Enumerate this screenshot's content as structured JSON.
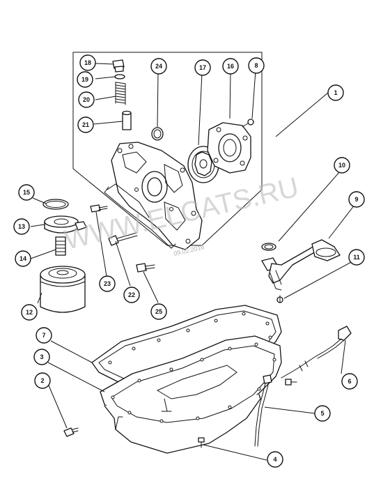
{
  "diagram": {
    "callouts": [
      "1",
      "2",
      "3",
      "4",
      "5",
      "6",
      "7",
      "8",
      "9",
      "10",
      "11",
      "12",
      "13",
      "14",
      "15",
      "16",
      "17",
      "18",
      "19",
      "20",
      "21",
      "22",
      "23",
      "24",
      "25"
    ],
    "watermark": {
      "text": "WWW.ELCATS.RU",
      "date": "09.02.2016"
    }
  }
}
